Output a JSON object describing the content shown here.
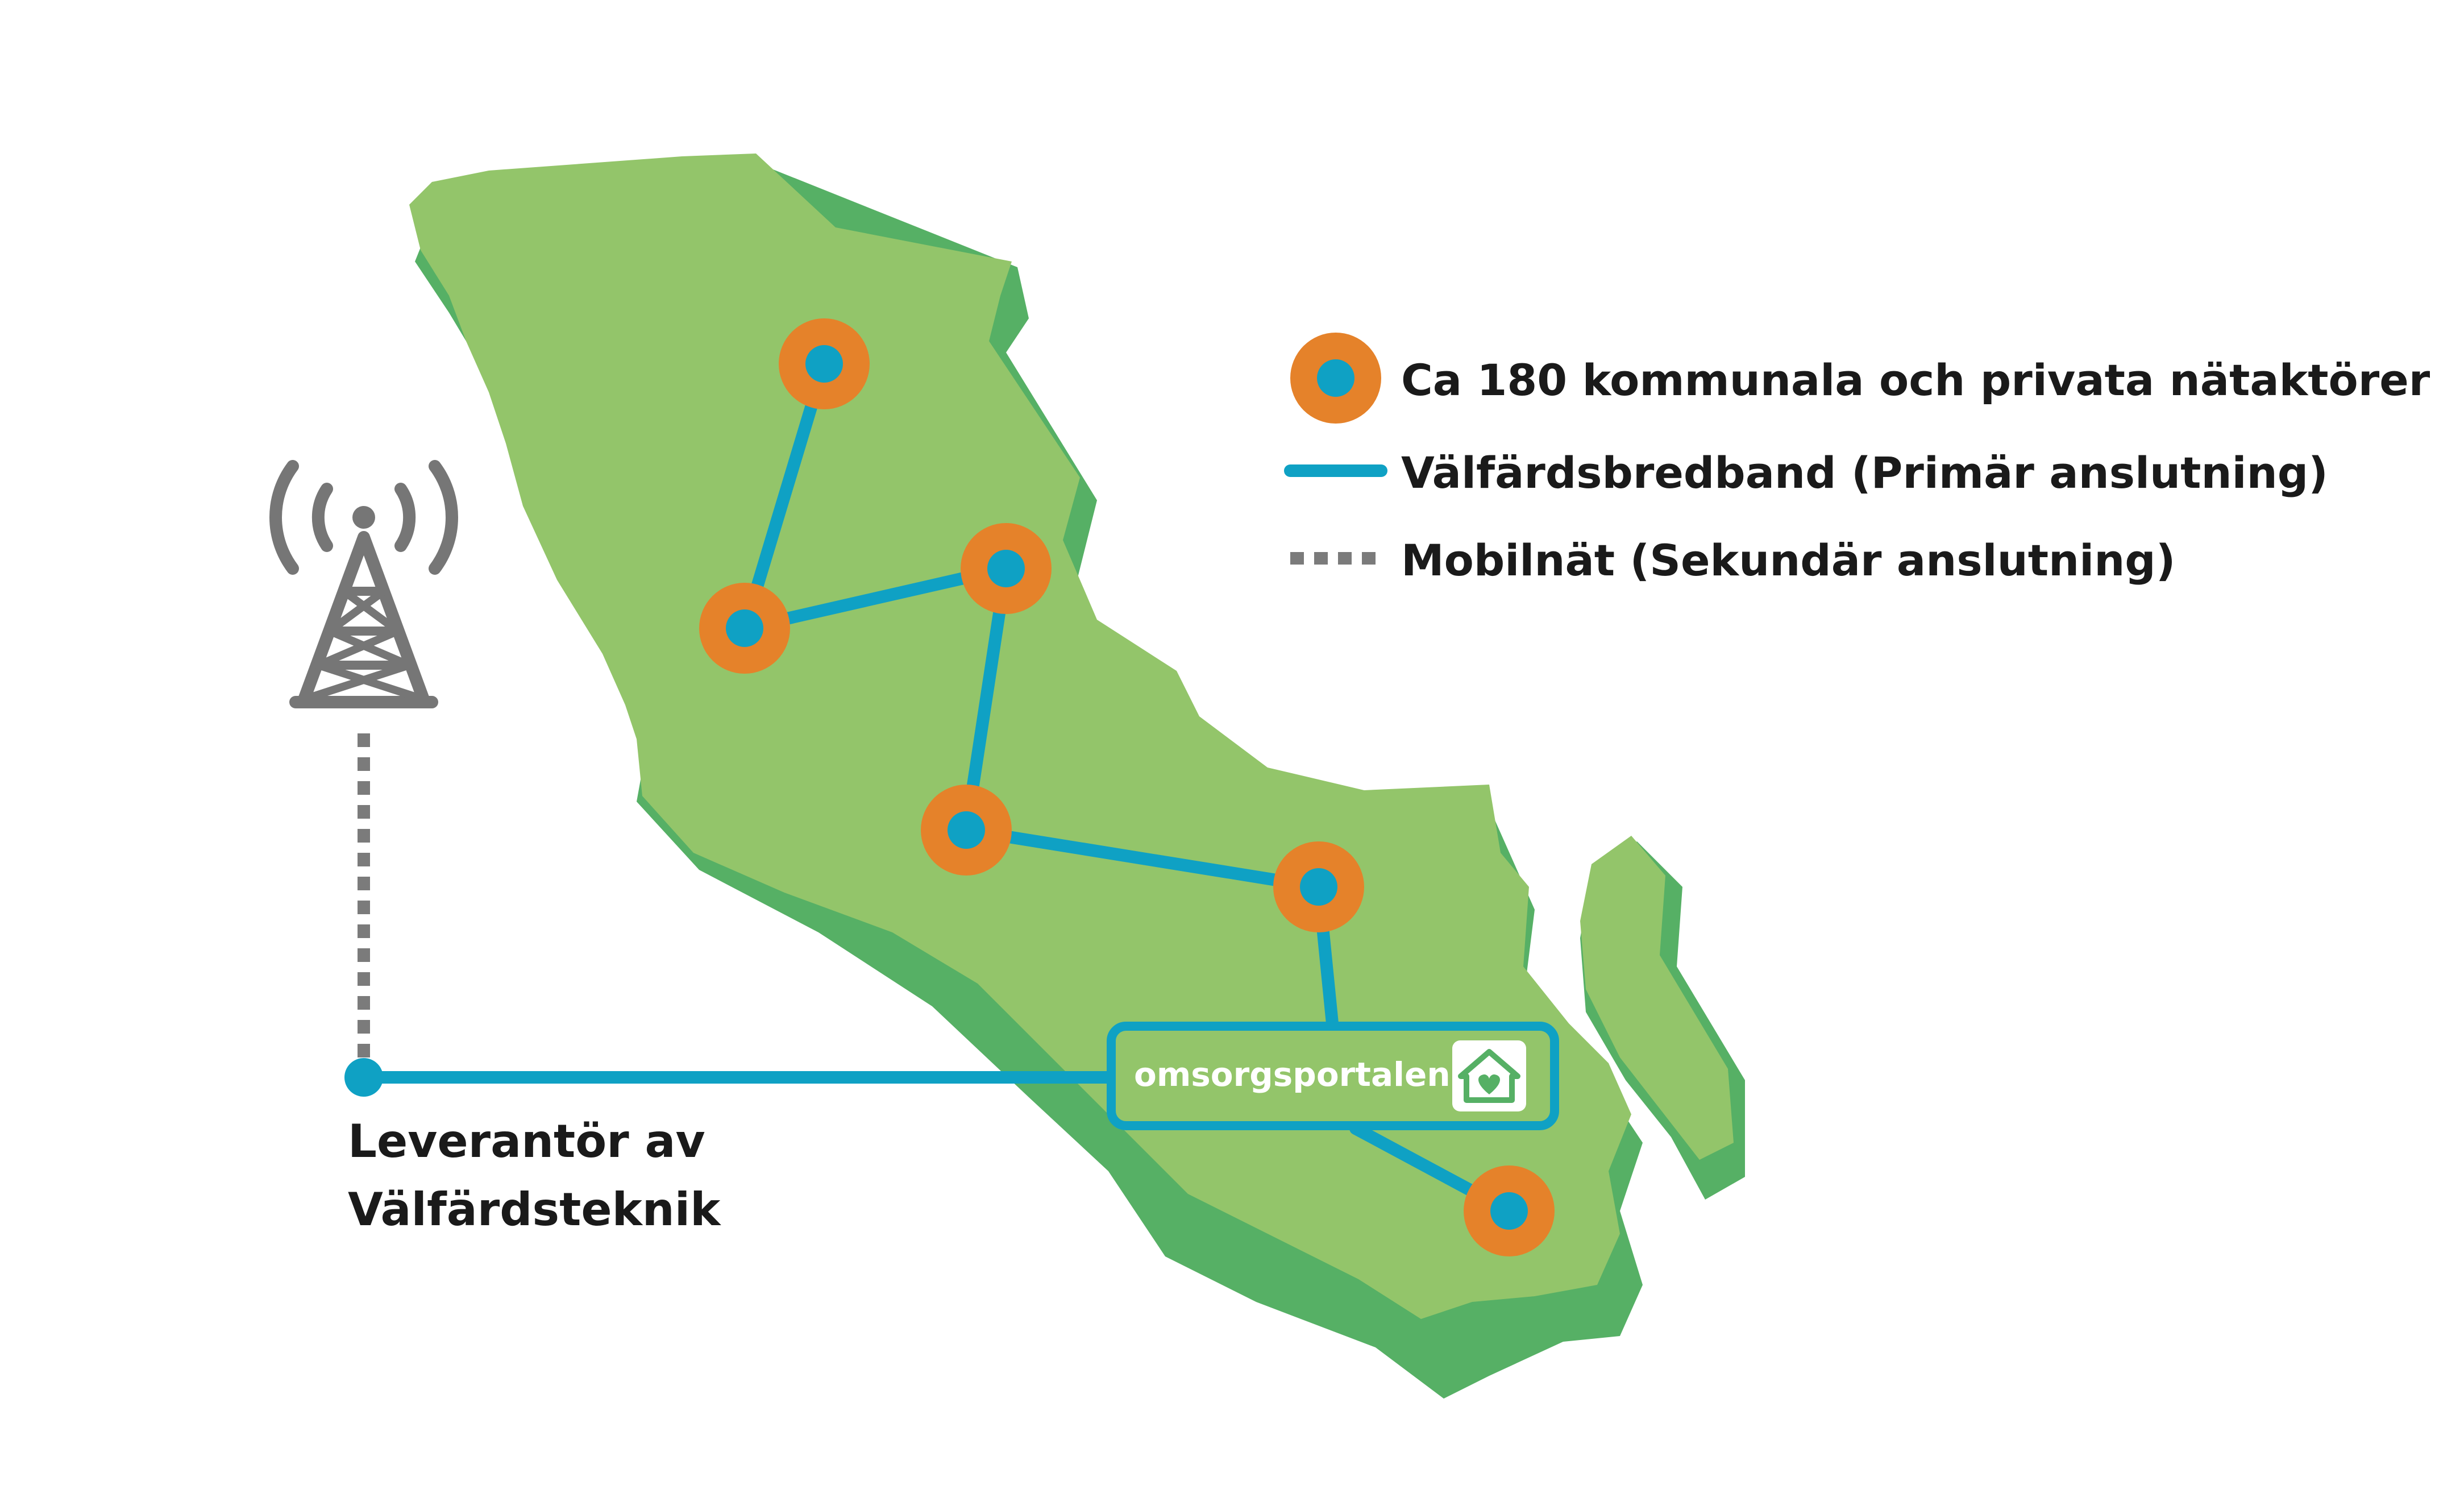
{
  "legend": {
    "operators_label": "Ca 180 kommunala och privata nätaktörer",
    "broadband_label": "Välfärdsbredband (Primär anslutning)",
    "mobile_label": "Mobilnät (Sekundär anslutning)"
  },
  "portal": {
    "name": "omsorgsportalen",
    "icon": "house-heart-icon"
  },
  "provider": {
    "line1": "Leverantör av",
    "line2": "Välfärdsteknik"
  },
  "tower": {
    "icon": "radio-tower-icon"
  },
  "colors": {
    "map_light": "#93c56a",
    "map_dark": "#56b065",
    "node_outer": "#e5822a",
    "node_inner": "#0fa1c4",
    "link": "#0fa1c4",
    "mobile_link": "#7b7b7b",
    "tower": "#767676"
  }
}
